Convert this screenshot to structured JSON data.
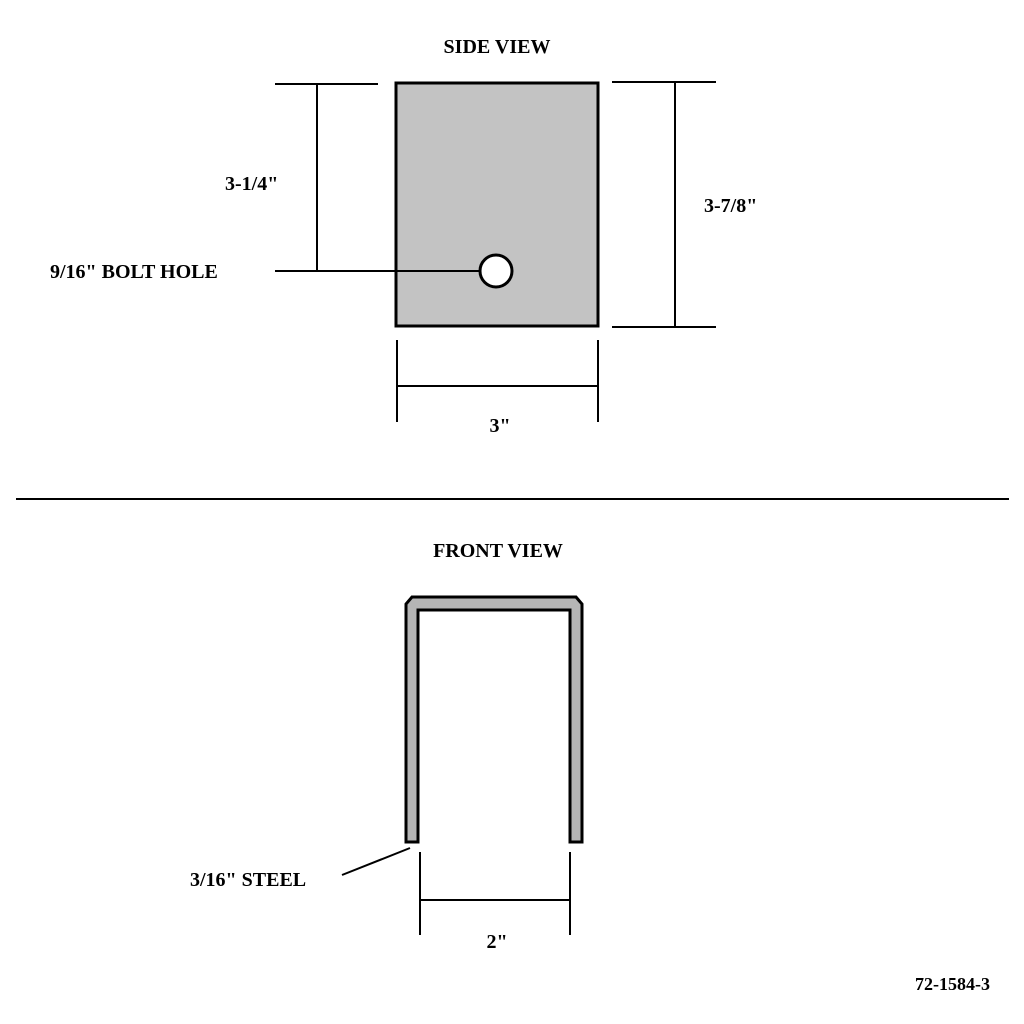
{
  "side_view": {
    "title": "SIDE VIEW",
    "height_to_hole": "3-1/4\"",
    "overall_height": "3-7/8\"",
    "width": "3\"",
    "hole_label": "9/16\" BOLT HOLE"
  },
  "front_view": {
    "title": "FRONT VIEW",
    "material": "3/16\" STEEL",
    "inner_width": "2\""
  },
  "part_number": "72-1584-3",
  "colors": {
    "plate_fill": "#c3c3c3",
    "line": "#000000"
  }
}
